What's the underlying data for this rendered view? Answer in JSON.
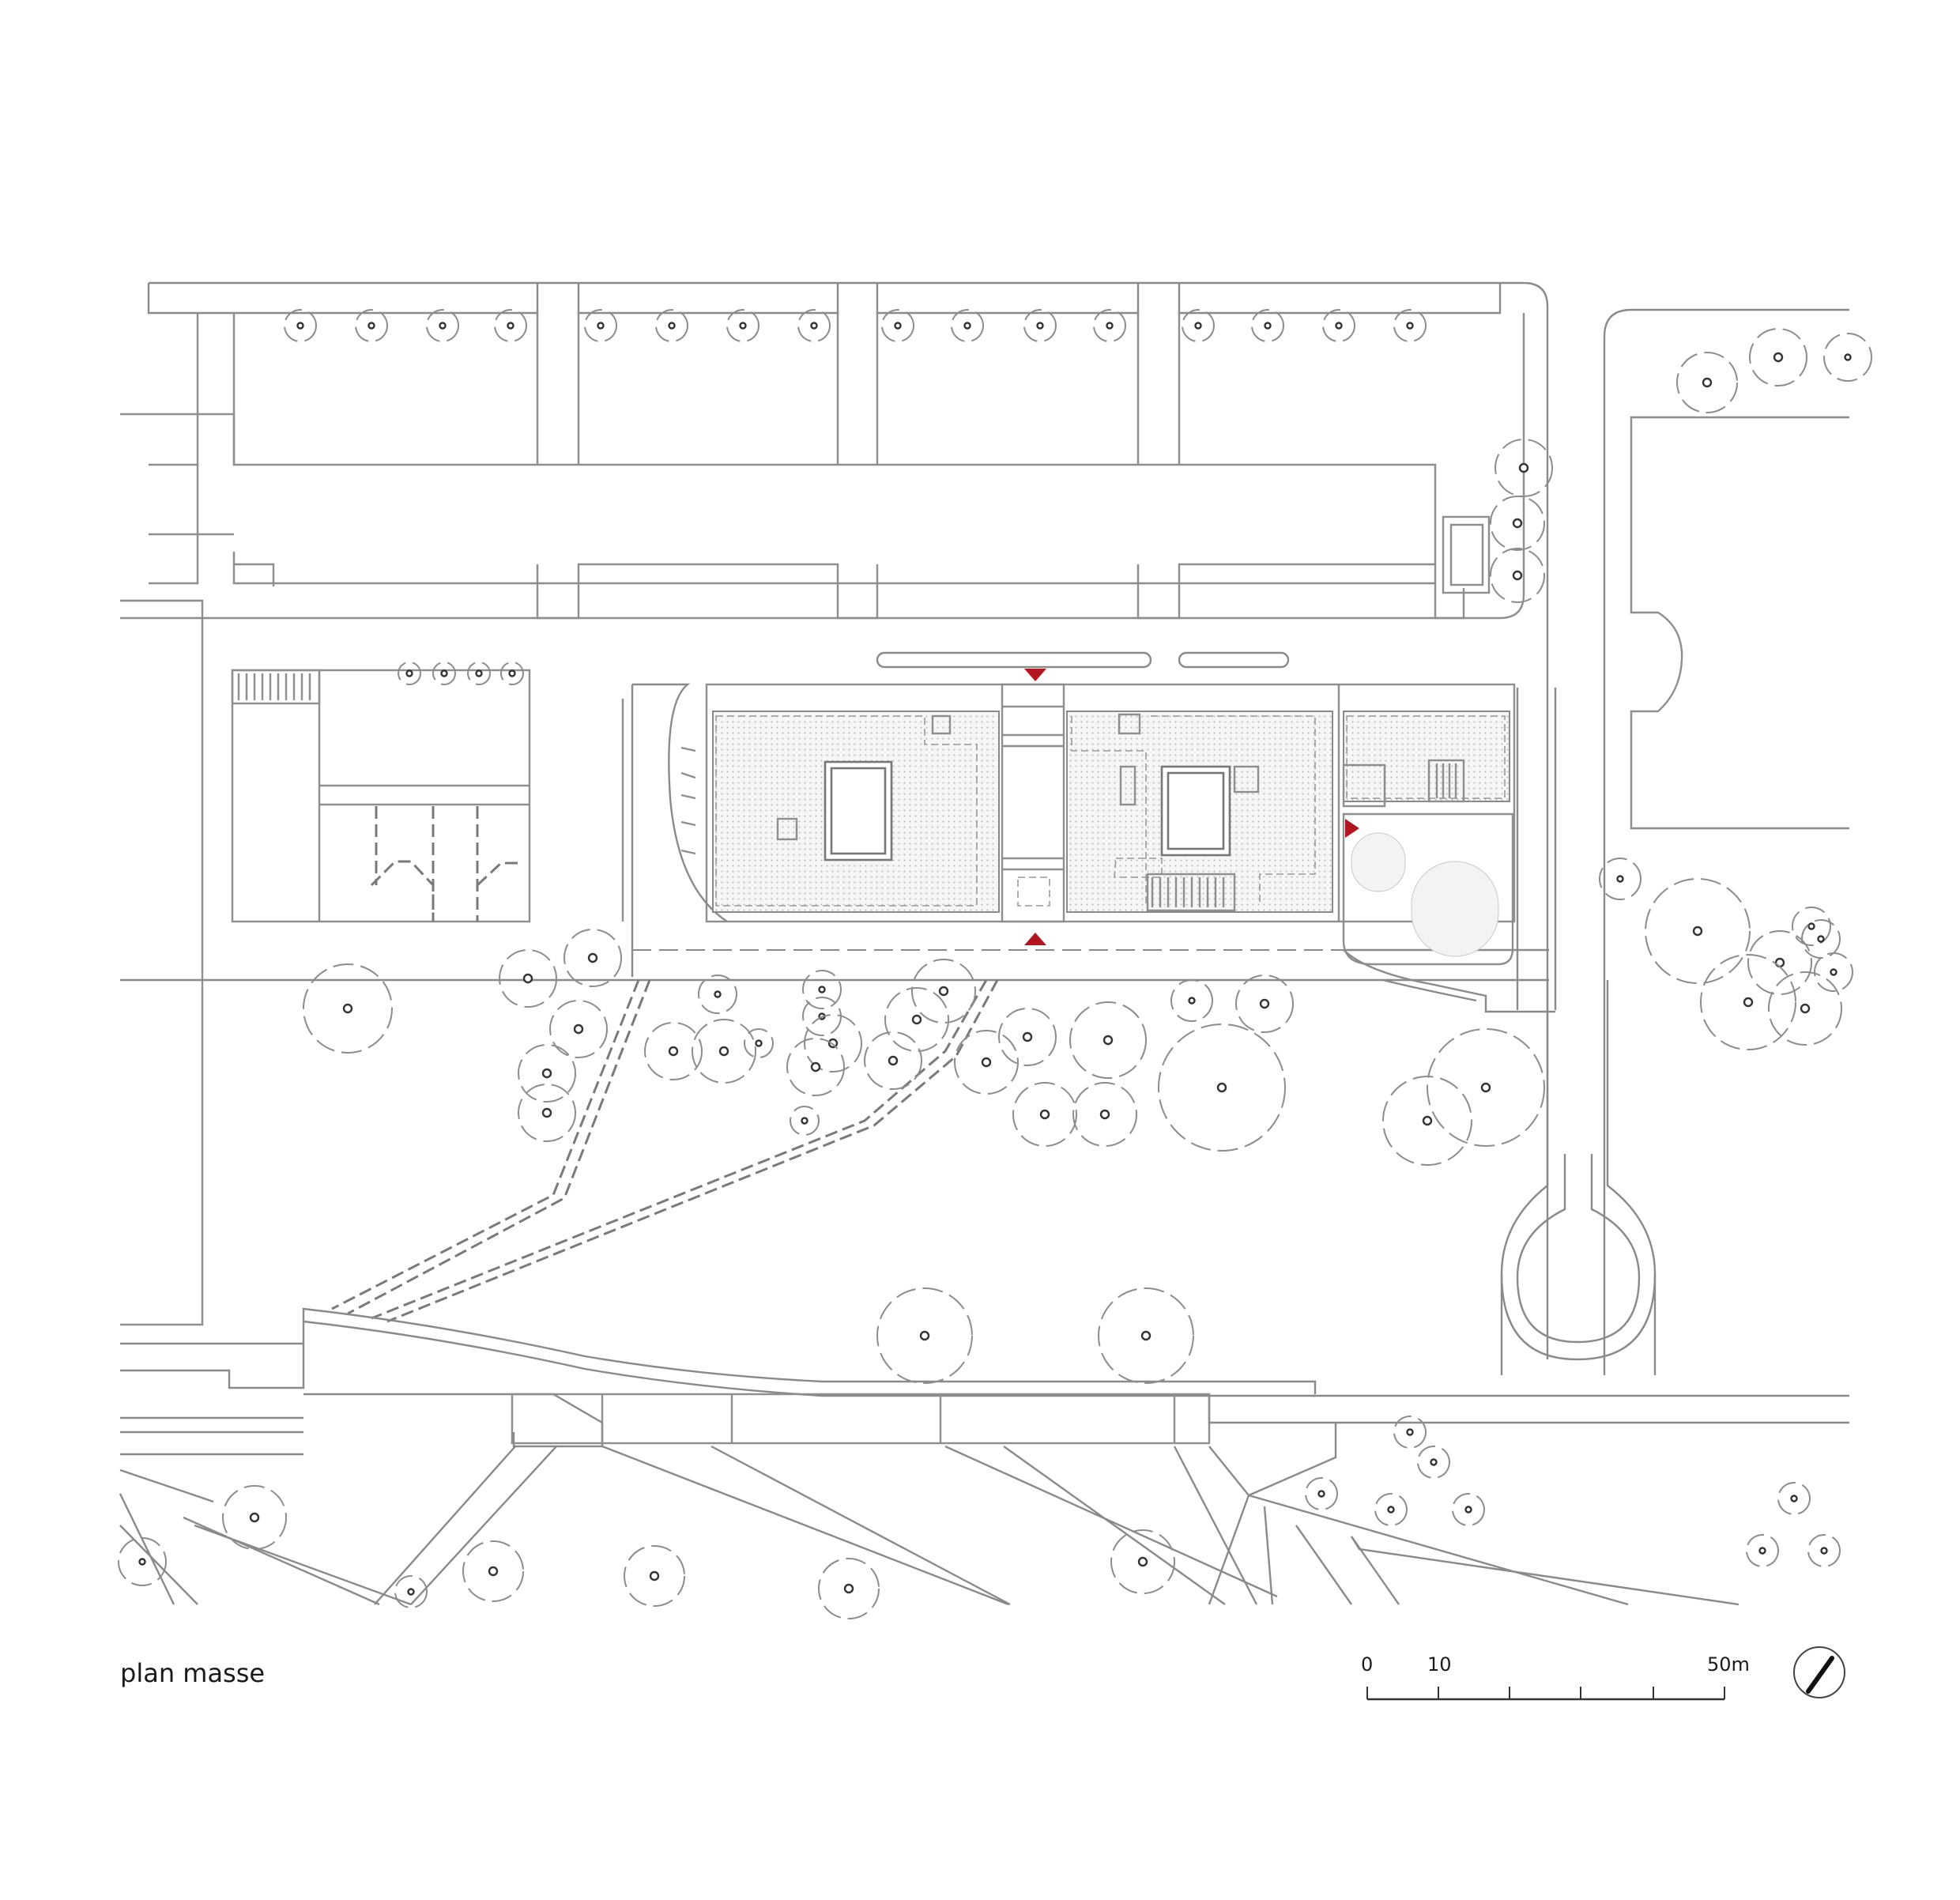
{
  "caption": "plan masse",
  "scale_bar": {
    "labels": [
      "0",
      "10",
      "50m"
    ]
  },
  "icons": {
    "north": "north-arrow-icon",
    "entrance": "entrance-arrow-icon"
  },
  "colors": {
    "line": "#8a8a8a",
    "entrance": "#b3151f",
    "background": "#ffffff"
  }
}
